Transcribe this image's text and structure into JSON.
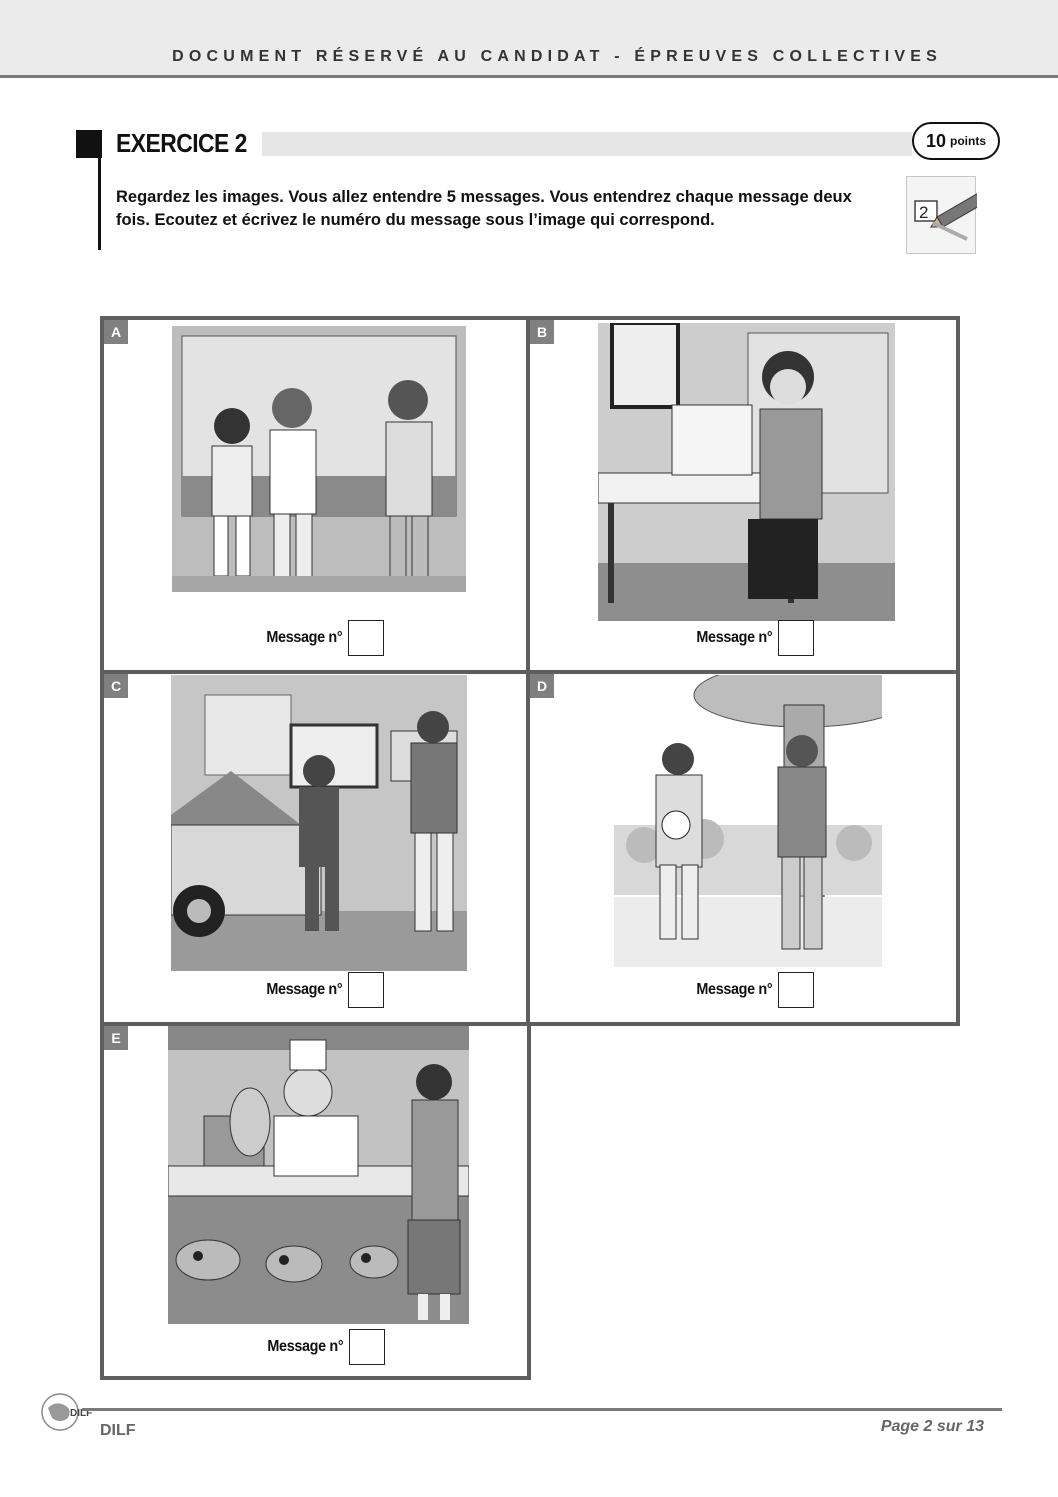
{
  "header": {
    "title": "DOCUMENT RÉSERVÉ AU CANDIDAT - ÉPREUVES COLLECTIVES"
  },
  "exercise": {
    "title": "EXERCICE 2",
    "points_number": "10",
    "points_word": "points",
    "instructions": "Regardez les images. Vous allez entendre 5 messages. Vous entendrez chaque message deux fois. Ecoutez et écrivez le numéro du message sous l’image qui correspond.",
    "pencil_digit": "2"
  },
  "cells": [
    {
      "letter": "A",
      "message_label": "Message n°"
    },
    {
      "letter": "B",
      "message_label": "Message n°"
    },
    {
      "letter": "C",
      "message_label": "Message n°"
    },
    {
      "letter": "D",
      "message_label": "Message n°"
    },
    {
      "letter": "E",
      "message_label": "Message n°"
    }
  ],
  "footer": {
    "left": "DILF",
    "logo_text": "DILF",
    "page": "Page 2 sur 13"
  }
}
